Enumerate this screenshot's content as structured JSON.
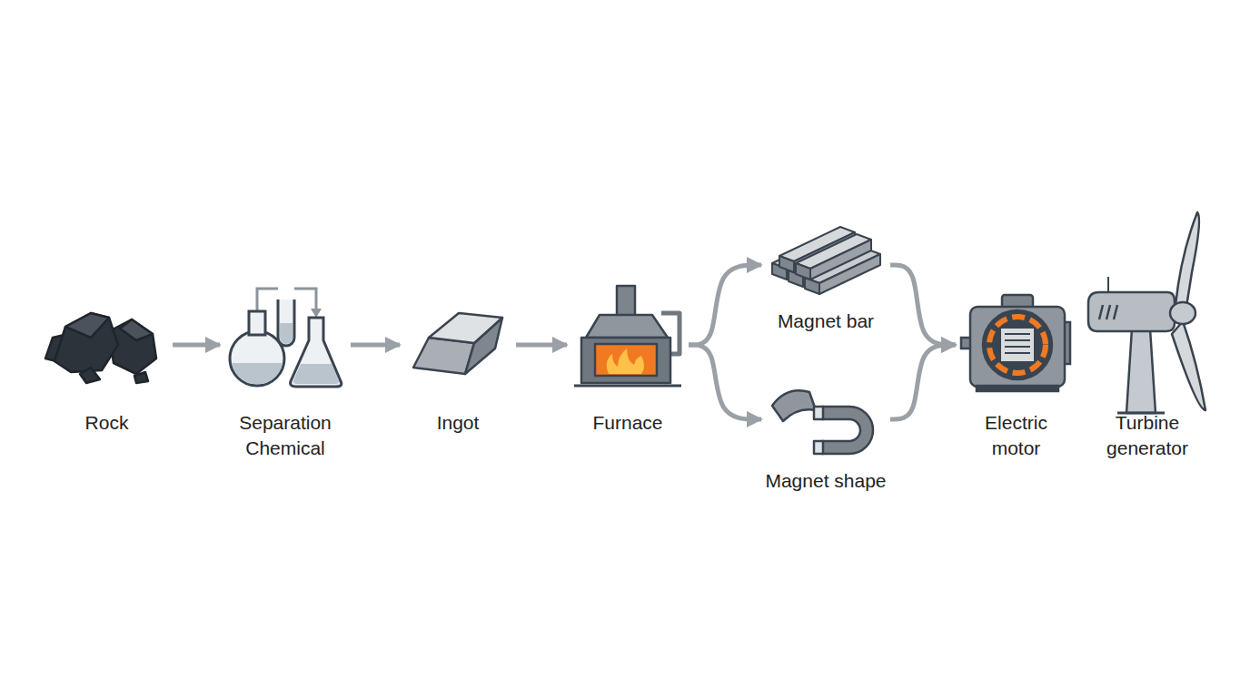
{
  "diagram": {
    "nodes": [
      {
        "text": [
          "Rock"
        ]
      },
      {
        "text": [
          "Separation Chemical"
        ]
      },
      {
        "text": [
          "Ingot"
        ]
      },
      {
        "text": [
          "Furnace"
        ]
      },
      {
        "text": [
          "Magnet bar"
        ]
      },
      {
        "text": [
          "Magnet shape"
        ]
      },
      {
        "text": [
          "Electric motor"
        ]
      },
      {
        "text": [
          "Turbine generator"
        ]
      }
    ],
    "edges": [
      {
        "from": 0,
        "to": 1,
        "arrow": "to"
      },
      {
        "from": 1,
        "to": 2,
        "arrow": "to"
      },
      {
        "from": 2,
        "to": 3,
        "arrow": "to"
      },
      {
        "from": 3,
        "to": 4,
        "arrow": "to"
      },
      {
        "from": 3,
        "to": 5,
        "arrow": "to"
      },
      {
        "from": 4,
        "to": 6,
        "arrow": "to"
      },
      {
        "from": 5,
        "to": 6,
        "arrow": "to"
      }
    ]
  }
}
